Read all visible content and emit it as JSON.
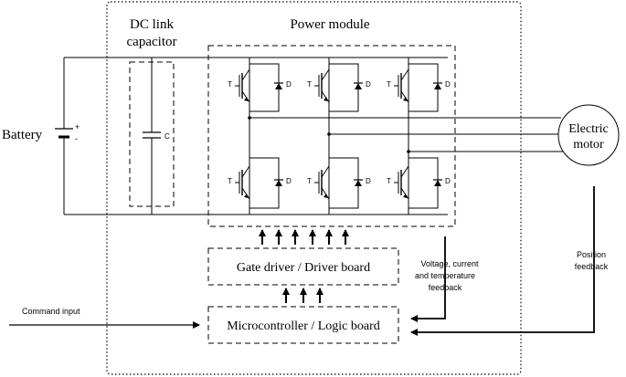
{
  "labels": {
    "dc_link_line1": "DC link",
    "dc_link_line2": "capacitor",
    "power_module": "Power module",
    "battery": "Battery",
    "battery_plus": "+",
    "battery_minus": "-",
    "capacitor_c": "C",
    "transistor_t": "T",
    "diode_d": "D",
    "motor_line1": "Electric",
    "motor_line2": "motor",
    "gate_driver": "Gate driver / Driver board",
    "microcontroller": "Microcontroller / Logic board",
    "feedback_line1": "Voltage, current",
    "feedback_line2": "and temperature",
    "feedback_line3": "feedback",
    "position_line1": "Position",
    "position_line2": "feedback",
    "command_input": "Command input"
  }
}
